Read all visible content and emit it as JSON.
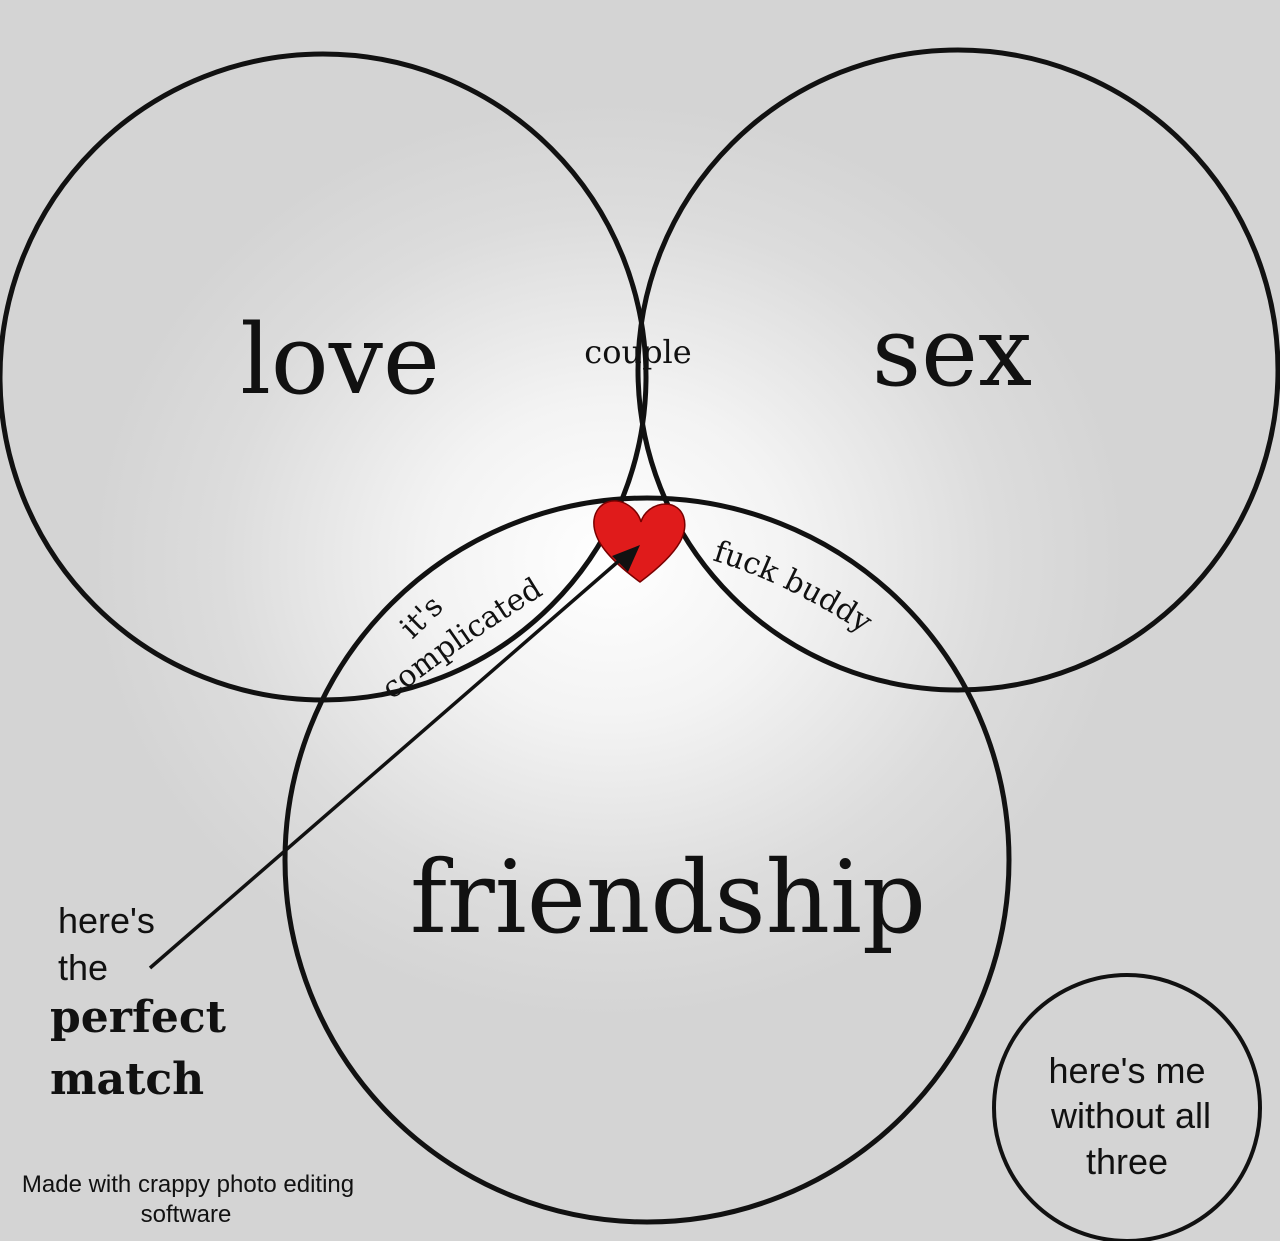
{
  "diagram": {
    "sets": {
      "love": "love",
      "sex": "sex",
      "friendship": "friendship"
    },
    "overlaps": {
      "love_sex": "couple",
      "love_friendship_line1": "it's",
      "love_friendship_line2": "complicated",
      "sex_friendship": "fuck buddy"
    },
    "center_icon": "heart-icon",
    "pointer_note": {
      "line1": "here's",
      "line2": "the",
      "line3": "perfect",
      "line4": "match"
    },
    "outside_circle": {
      "line1": "here's me",
      "line2": "without all",
      "line3": "three"
    },
    "footer": {
      "line1": "Made with crappy photo editing",
      "line2": "software"
    },
    "colors": {
      "heart": "#e01b1b",
      "stroke": "#111111"
    }
  }
}
